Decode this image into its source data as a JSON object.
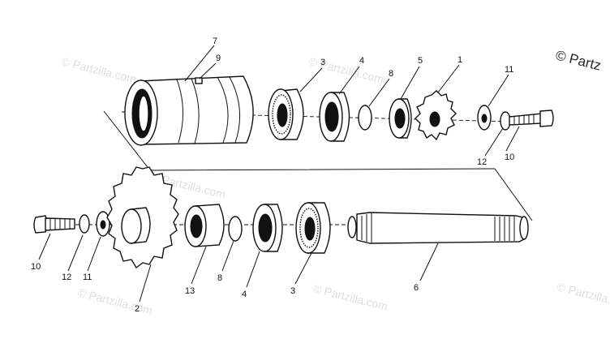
{
  "watermarks": [
    "© Partzilla.com",
    "© Partzilla.com",
    "© Partzilla.com",
    "© Partzilla.com",
    "© Partzilla.com",
    "© Partzilla.com",
    "© Partz"
  ],
  "callouts": [
    "7",
    "9",
    "3",
    "4",
    "8",
    "5",
    "1",
    "11",
    "12",
    "10",
    "10",
    "12",
    "11",
    "2",
    "13",
    "8",
    "4",
    "3",
    "6"
  ]
}
